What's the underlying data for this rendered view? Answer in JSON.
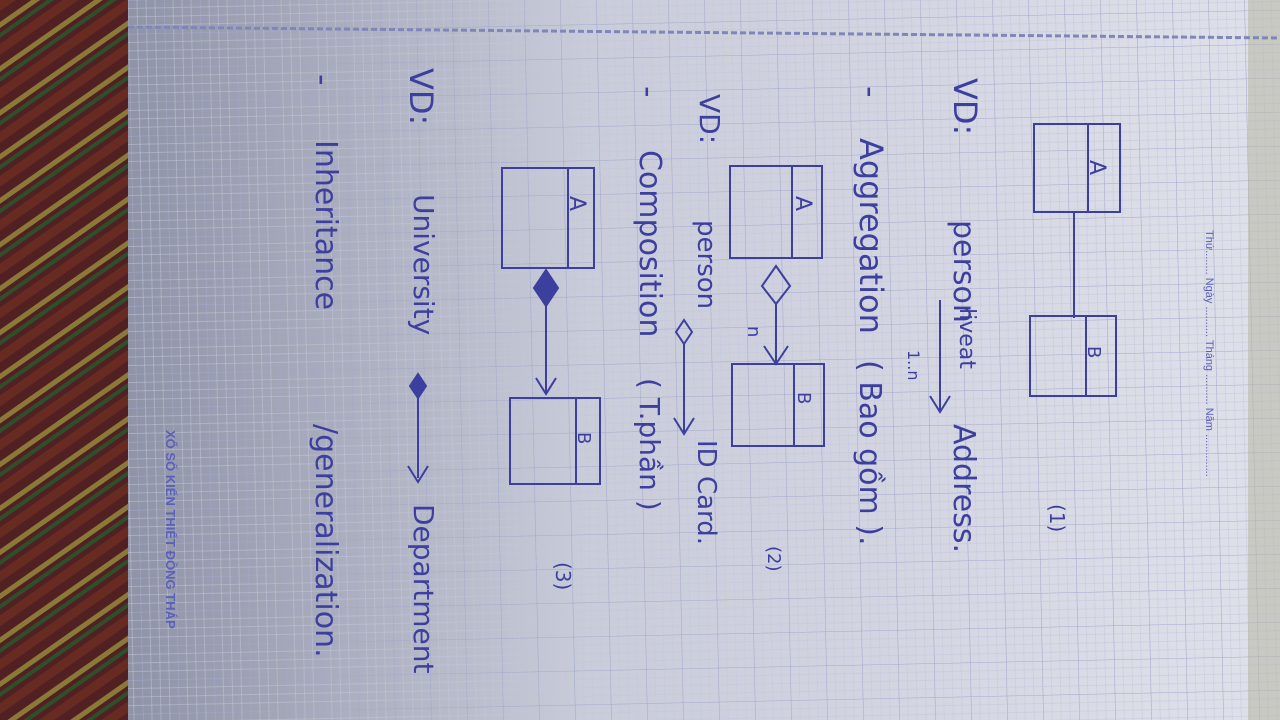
{
  "photo": {
    "description_colors": {
      "paper": "#d9dbe6",
      "grid_line": "#a9aed0",
      "ink": "#3d3f9e",
      "mat": "#6b2b2f"
    }
  },
  "page_header": {
    "day_label": "Thứ........ Ngày .......... Tháng .......... Năm .............."
  },
  "publisher_footer": "XỔ SỐ KIẾN THIẾT ĐỒNG THÁP",
  "notes": {
    "diagram1": {
      "box_a": "A",
      "box_b": "B",
      "number": "(1)"
    },
    "vd1": {
      "prefix": "VD:",
      "subject": "person",
      "relation": "liveat",
      "multiplicity": "1..n",
      "object": "Address."
    },
    "aggregation": {
      "dash": "-",
      "term": "Aggregation",
      "meaning": "( Bao gồm ).",
      "box_a": "A",
      "box_b": "B",
      "multiplicity": "n",
      "number": "(2)"
    },
    "vd2": {
      "prefix": "VD:",
      "subject": "person",
      "object": "ID Card."
    },
    "composition": {
      "dash": "-",
      "term": "Composition",
      "meaning": "( T.phần )",
      "box_a": "A",
      "box_b": "B",
      "number": "(3)"
    },
    "vd3": {
      "prefix": "VD:",
      "subject": "University",
      "object": "Department"
    },
    "inheritance": {
      "dash": "-",
      "term": "Inheritance",
      "meaning": "/generalization."
    }
  }
}
